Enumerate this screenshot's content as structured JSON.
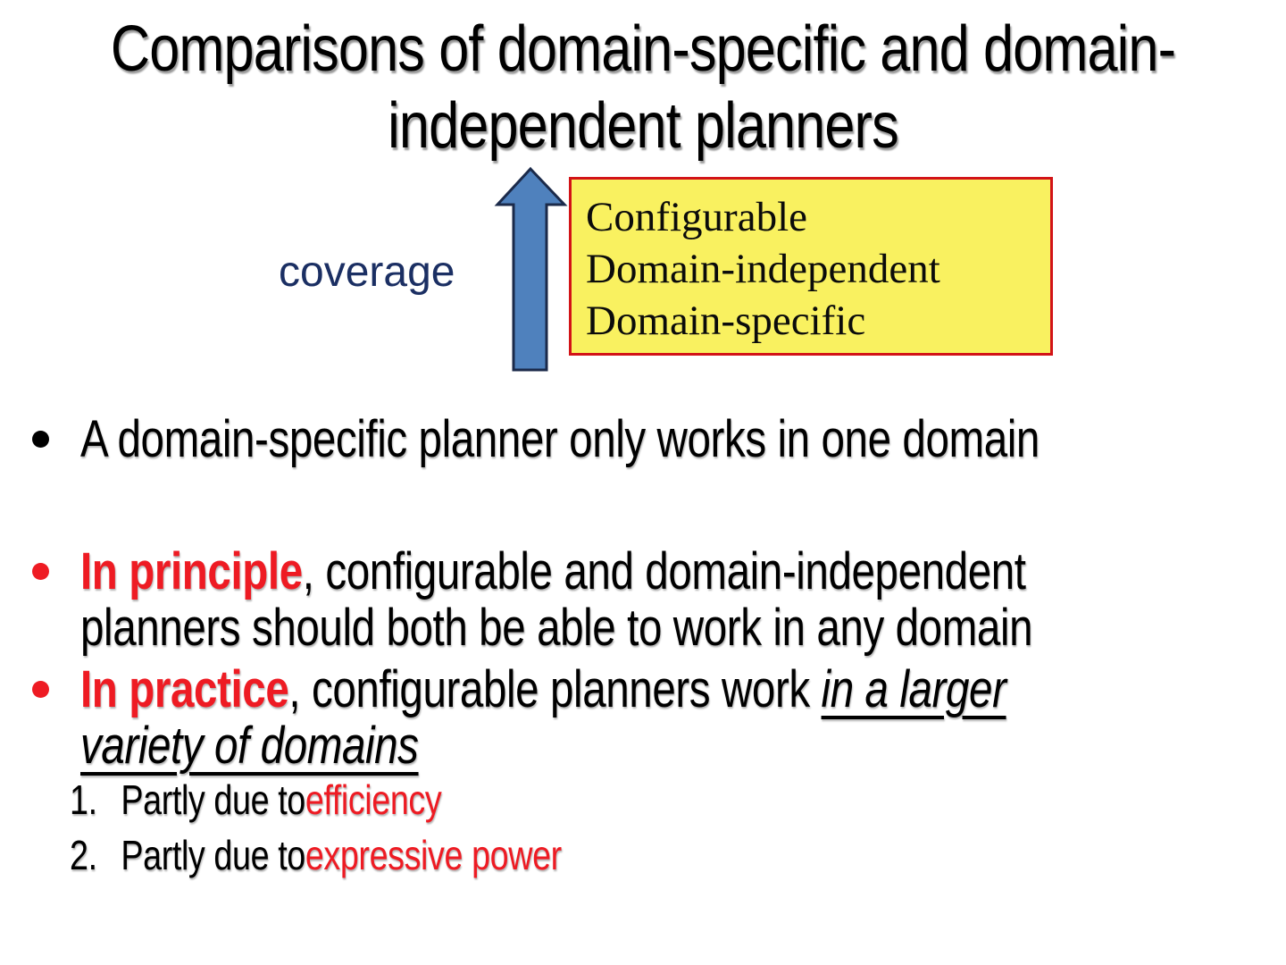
{
  "title": {
    "lines": [
      "Comparisons of domain-specific and domain-",
      "independent planners"
    ]
  },
  "diagram": {
    "coverage_label": "coverage",
    "box_items": [
      "Configurable",
      "Domain-independent",
      "Domain-specific"
    ],
    "arrow_icon": "up-arrow-icon"
  },
  "colors": {
    "red_text": "#ee1b23",
    "box_border": "#d21317",
    "box_fill": "#f9f160",
    "arrow_fill": "#4f81bd",
    "arrow_outline": "#1b2a4a",
    "navy_label": "#1b2f63"
  },
  "bullets": [
    {
      "dot": "black",
      "lines": [
        [
          {
            "t": "A domain-specific planner only works in one domain",
            "s": ""
          }
        ]
      ]
    },
    {
      "dot": "red",
      "lines": [
        [
          {
            "t": "In principle",
            "s": "rb"
          },
          {
            "t": ", configurable and domain-independent",
            "s": ""
          }
        ],
        [
          {
            "t": "planners should both be able to work in any domain",
            "s": ""
          }
        ]
      ]
    },
    {
      "dot": "red",
      "lines": [
        [
          {
            "t": "In practice",
            "s": "rb"
          },
          {
            "t": ", configurable planners work ",
            "s": ""
          },
          {
            "t": "in a larger",
            "s": "iu"
          }
        ],
        [
          {
            "t": "variety of domains",
            "s": "iu"
          }
        ]
      ]
    }
  ],
  "numbered": [
    {
      "num": "1.",
      "segments": [
        {
          "t": "Partly due to ",
          "s": ""
        },
        {
          "t": "efficiency",
          "s": "r"
        }
      ]
    },
    {
      "num": "2.",
      "segments": [
        {
          "t": "Partly due to ",
          "s": ""
        },
        {
          "t": "expressive power",
          "s": "r"
        }
      ]
    }
  ]
}
